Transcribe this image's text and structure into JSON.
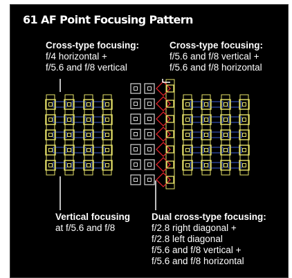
{
  "title": "61 AF Point Focusing Pattern",
  "colors": {
    "background": "#000000",
    "text": "#ffffff",
    "yellow_frame": "#e8e36a",
    "blue_frame": "#3e5fd6",
    "red_frame": "#e0242a",
    "gray_frame": "#d8d8d8",
    "leader_line": "#ffffff"
  },
  "callouts": {
    "cross_outer": {
      "heading": "Cross-type focusing:",
      "lines": [
        "f/4 horizontal +",
        "f/5.6 and f/8 vertical"
      ]
    },
    "cross_inner": {
      "heading": "Cross-type focusing:",
      "lines": [
        "f/5.6 and f/8 vertical +",
        "f/5.6 and f/8 horizontal"
      ]
    },
    "vertical": {
      "heading": "Vertical focusing",
      "lines": [
        "at f/5.6 and f/8"
      ]
    },
    "dual_cross": {
      "heading": "Dual cross-type focusing:",
      "lines": [
        "f/2.8 right diagonal +",
        "f/2.8 left diagonal",
        "f/5.6 and f/8 vertical +",
        "f/5.6 and f/8 horizontal"
      ]
    }
  },
  "af_pattern": {
    "left_group": {
      "columns": 4,
      "rows": 5,
      "vertical_frames": "yellow",
      "horizontal_frames": "blue"
    },
    "center_left_column": {
      "columns": 2,
      "rows": 7,
      "frames": "gray"
    },
    "center_column": {
      "rows": 7,
      "vertical_frames": "yellow",
      "diagonal_frames": "red"
    },
    "right_group": {
      "columns": 4,
      "rows": 5,
      "vertical_frames": "yellow",
      "horizontal_frames": "blue"
    },
    "total_points": 61
  }
}
